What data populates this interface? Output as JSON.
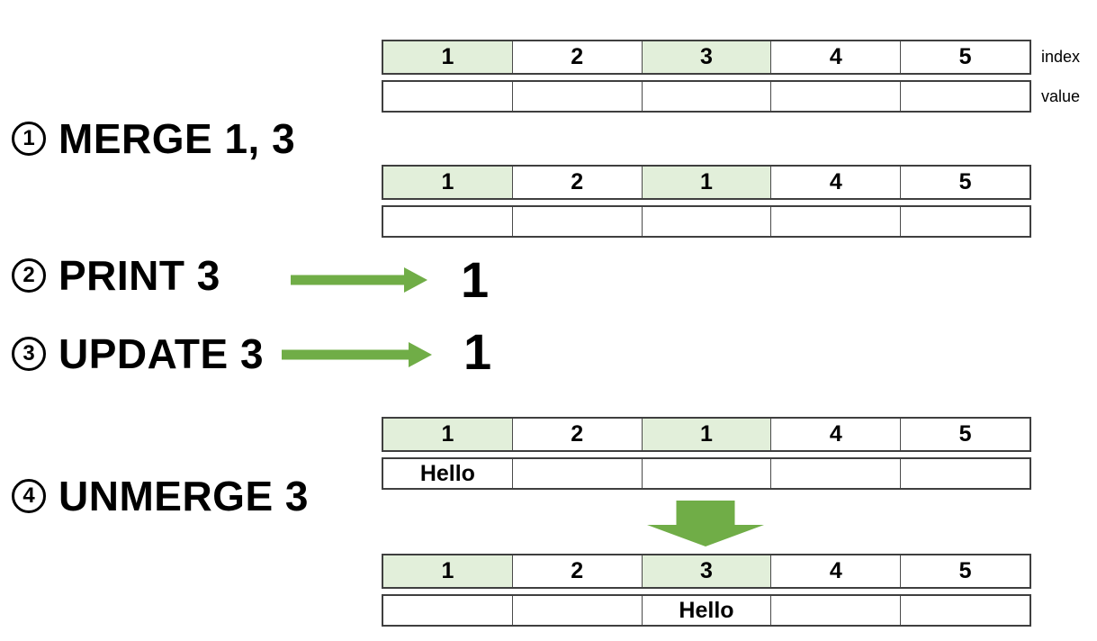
{
  "colors": {
    "arrow_green": "#70ad47",
    "cell_highlight_green": "#e2efda",
    "table_border": "#3f3f3f",
    "cell_divider": "#4a4a4a",
    "text": "#000000",
    "background": "#ffffff"
  },
  "row_labels": {
    "index": "index",
    "value": "value"
  },
  "steps": [
    {
      "marker": "1",
      "label": "MERGE 1, 3"
    },
    {
      "marker": "2",
      "label": "PRINT 3",
      "output": "1"
    },
    {
      "marker": "3",
      "label": "UPDATE 3",
      "output": "1"
    },
    {
      "marker": "4",
      "label": "UNMERGE 3"
    }
  ],
  "highlighted_columns": [
    1,
    3
  ],
  "tables": [
    {
      "name": "initial",
      "index_row": [
        "1",
        "2",
        "3",
        "4",
        "5"
      ],
      "value_row": [
        "",
        "",
        "",
        "",
        ""
      ]
    },
    {
      "name": "after_merge",
      "index_row": [
        "1",
        "2",
        "1",
        "4",
        "5"
      ],
      "value_row": [
        "",
        "",
        "",
        "",
        ""
      ]
    },
    {
      "name": "before_unmerge",
      "index_row": [
        "1",
        "2",
        "1",
        "4",
        "5"
      ],
      "value_row": [
        "Hello",
        "",
        "",
        "",
        ""
      ]
    },
    {
      "name": "after_unmerge",
      "index_row": [
        "1",
        "2",
        "3",
        "4",
        "5"
      ],
      "value_row": [
        "",
        "",
        "Hello",
        "",
        ""
      ]
    }
  ]
}
